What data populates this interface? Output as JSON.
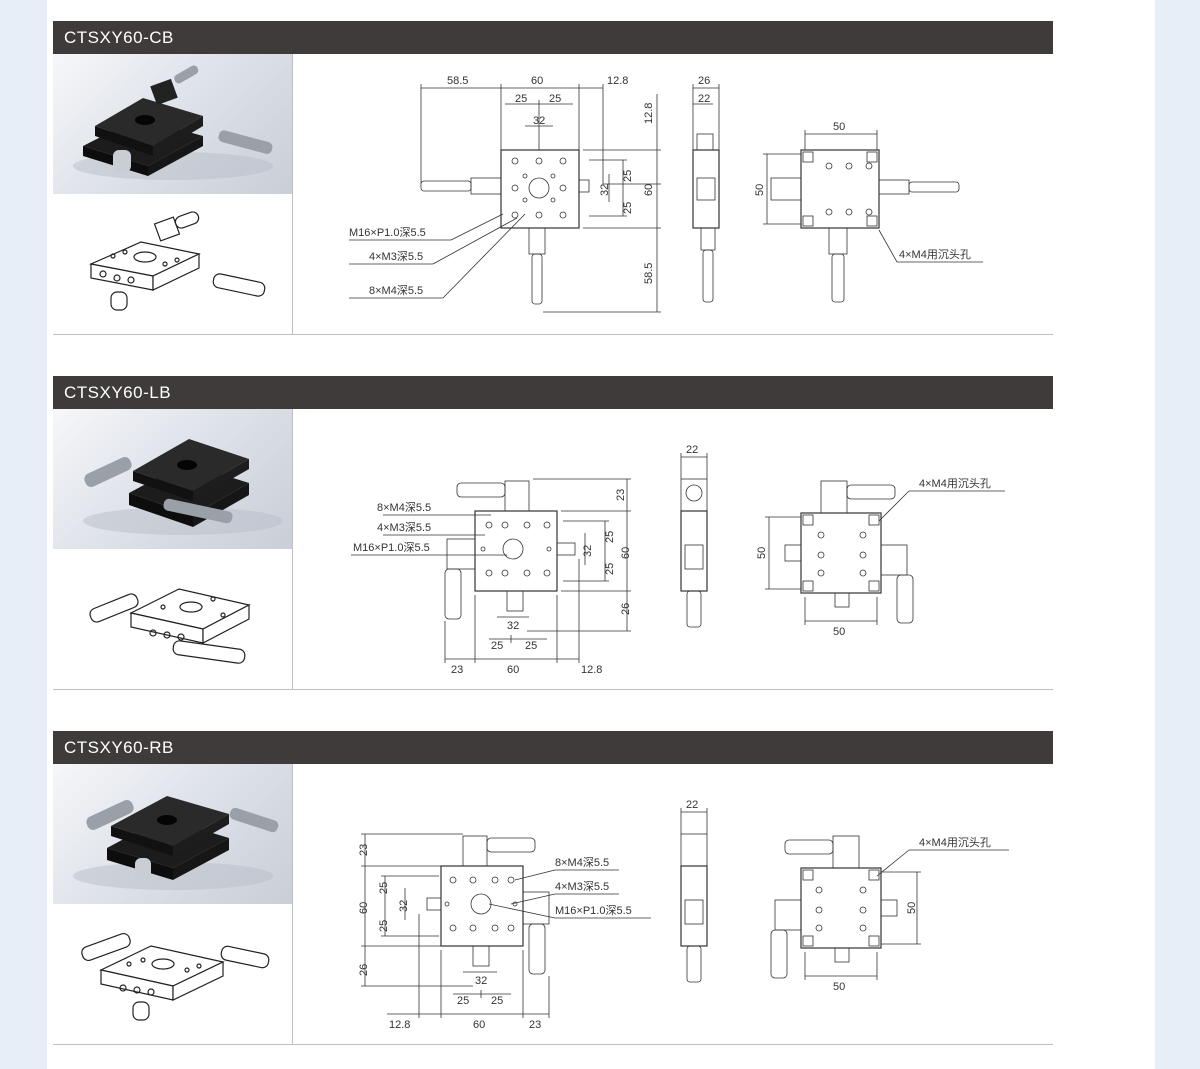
{
  "sections": [
    {
      "title": "CTSXY60-CB",
      "dims": {
        "d58_5": "58.5",
        "d60": "60",
        "d12_8": "12.8",
        "d25a": "25",
        "d25b": "25",
        "d32": "32",
        "r12_8": "12.8",
        "r25a": "25",
        "r32": "32",
        "r60": "60",
        "r25b": "25",
        "r58_5": "58.5",
        "s26": "26",
        "s22": "22",
        "b50t": "50",
        "b50l": "50"
      },
      "notes": [
        "M16×P1.0深5.5",
        "4×M3深5.5",
        "8×M4深5.5"
      ],
      "counterbore": "4×M4用沉头孔"
    },
    {
      "title": "CTSXY60-LB",
      "dims": {
        "r23": "23",
        "r25a": "25",
        "r32": "32",
        "r60": "60",
        "r25b": "25",
        "r26": "26",
        "b32": "32",
        "b25a": "25",
        "b25b": "25",
        "b23": "23",
        "b60": "60",
        "b12_8": "12.8",
        "s22": "22",
        "v50l": "50",
        "v50b": "50"
      },
      "notes": [
        "8×M4深5.5",
        "4×M3深5.5",
        "M16×P1.0深5.5"
      ],
      "counterbore": "4×M4用沉头孔"
    },
    {
      "title": "CTSXY60-RB",
      "dims": {
        "l23": "23",
        "l25a": "25",
        "l32": "32",
        "l60": "60",
        "l25b": "25",
        "l26": "26",
        "b32": "32",
        "b25a": "25",
        "b25b": "25",
        "b12_8": "12.8",
        "b60": "60",
        "b23": "23",
        "s22": "22",
        "v50r": "50",
        "v50b": "50"
      },
      "notes": [
        "8×M4深5.5",
        "4×M3深5.5",
        "M16×P1.0深5.5"
      ],
      "counterbore": "4×M4用沉头孔"
    }
  ]
}
